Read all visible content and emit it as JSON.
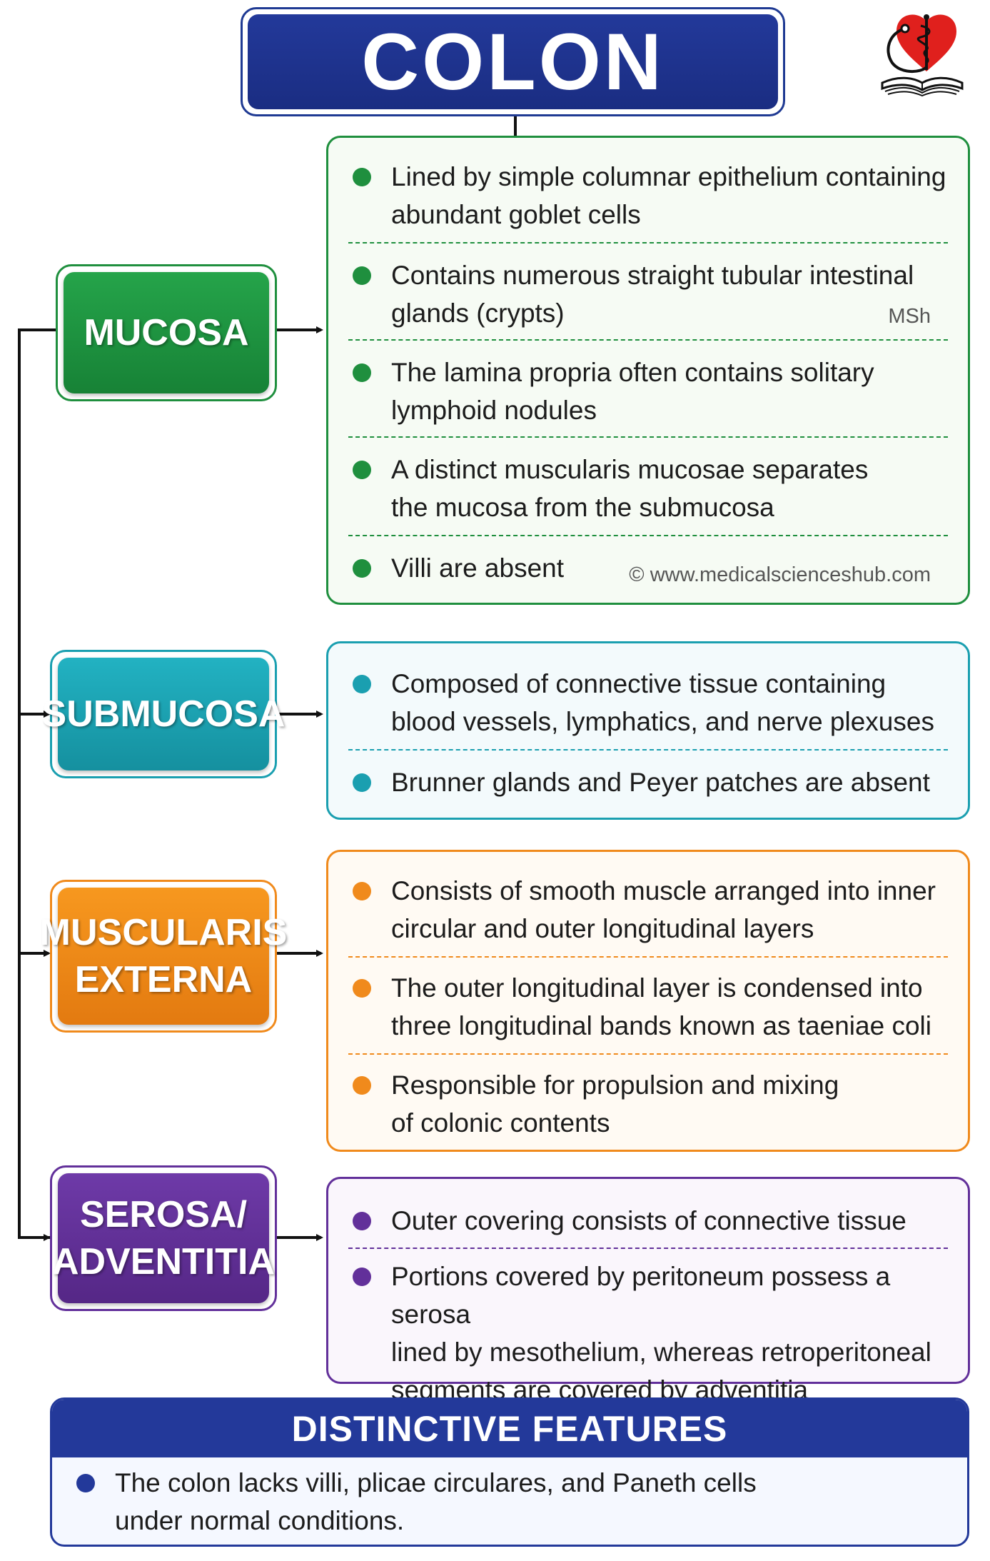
{
  "title": "COLON",
  "colors": {
    "title": "#23399a",
    "mucosa": "#1f8f3e",
    "submucosa": "#1a9fb0",
    "muscularis": "#f08a1c",
    "serosa": "#62309a",
    "features": "#23399a"
  },
  "logo": {
    "icon": "heart-stethoscope-book-icon"
  },
  "watermarks": {
    "initials": "MSh",
    "site": "© www.medicalscienceshub.com"
  },
  "layers": {
    "mucosa": {
      "label": "MUCOSA",
      "items": [
        {
          "line1": "Lined by simple columnar epithelium containing",
          "line2": "abundant goblet cells"
        },
        {
          "line1": "Contains numerous straight tubular intestinal",
          "line2": "glands (crypts)"
        },
        {
          "line1": "The lamina propria often contains solitary",
          "line2": "lymphoid nodules"
        },
        {
          "line1": "A distinct muscularis mucosae separates",
          "line2": "the mucosa from the submucosa"
        },
        {
          "line1": "Villi are absent"
        }
      ]
    },
    "submucosa": {
      "label": "SUBMUCOSA",
      "items": [
        {
          "line1": "Composed of connective tissue containing",
          "line2": "blood vessels, lymphatics, and nerve plexuses"
        },
        {
          "line1": "Brunner glands and Peyer patches are absent"
        }
      ]
    },
    "muscularis": {
      "label_line1": "MUSCULARIS",
      "label_line2": "EXTERNA",
      "items": [
        {
          "line1": "Consists of smooth muscle arranged into inner",
          "line2": "circular and outer longitudinal layers"
        },
        {
          "line1": "The outer longitudinal layer is condensed into",
          "line2": "three longitudinal bands known as taeniae coli"
        },
        {
          "line1": "Responsible for propulsion and mixing",
          "line2": "of colonic contents"
        }
      ]
    },
    "serosa": {
      "label_line1": "SEROSA/",
      "label_line2": "ADVENTITIA",
      "items": [
        {
          "line1": "Outer covering consists of connective tissue"
        },
        {
          "line1": "Portions covered by peritoneum possess a serosa",
          "line2": "lined by mesothelium, whereas retroperitoneal",
          "line3": "segments are covered by adventitia"
        }
      ]
    }
  },
  "distinctive": {
    "heading": "DISTINCTIVE FEATURES",
    "line1": "The colon lacks villi, plicae circulares, and Paneth cells",
    "line2": "under normal conditions."
  }
}
